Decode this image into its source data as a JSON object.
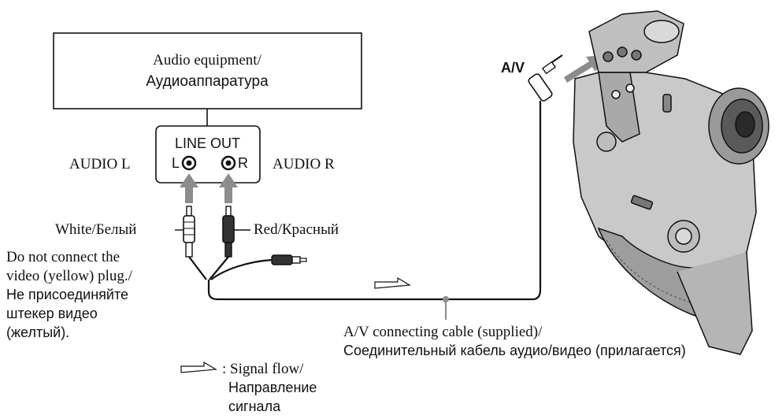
{
  "audio_box": {
    "line1": "Audio equipment/",
    "line2": "Аудиоаппаратура"
  },
  "line_out_panel": {
    "title": "LINE OUT",
    "left_jack": "L",
    "right_jack": "R"
  },
  "labels": {
    "audio_l": "AUDIO L",
    "audio_r": "AUDIO R",
    "av_jack": "A/V",
    "white_plug": "White/Белый",
    "red_plug": "Red/Красный"
  },
  "note": {
    "lines": [
      "Do not connect the",
      "video (yellow) plug./",
      "Не присоединяйте",
      "штекер видео",
      "(желтый)."
    ]
  },
  "cable_caption": {
    "line1": "A/V connecting cable (supplied)/",
    "line2": "Соединительный кабель аудио/видео (прилагается)"
  },
  "legend": {
    "line1": ": Signal flow/",
    "line2": "Направление",
    "line3": "сигнала"
  },
  "colors": {
    "stroke": "#111111",
    "arrow_fill": "#8c8c8c",
    "camcorder_body": "#c9c9c9",
    "camcorder_dark": "#7a7a7a"
  }
}
